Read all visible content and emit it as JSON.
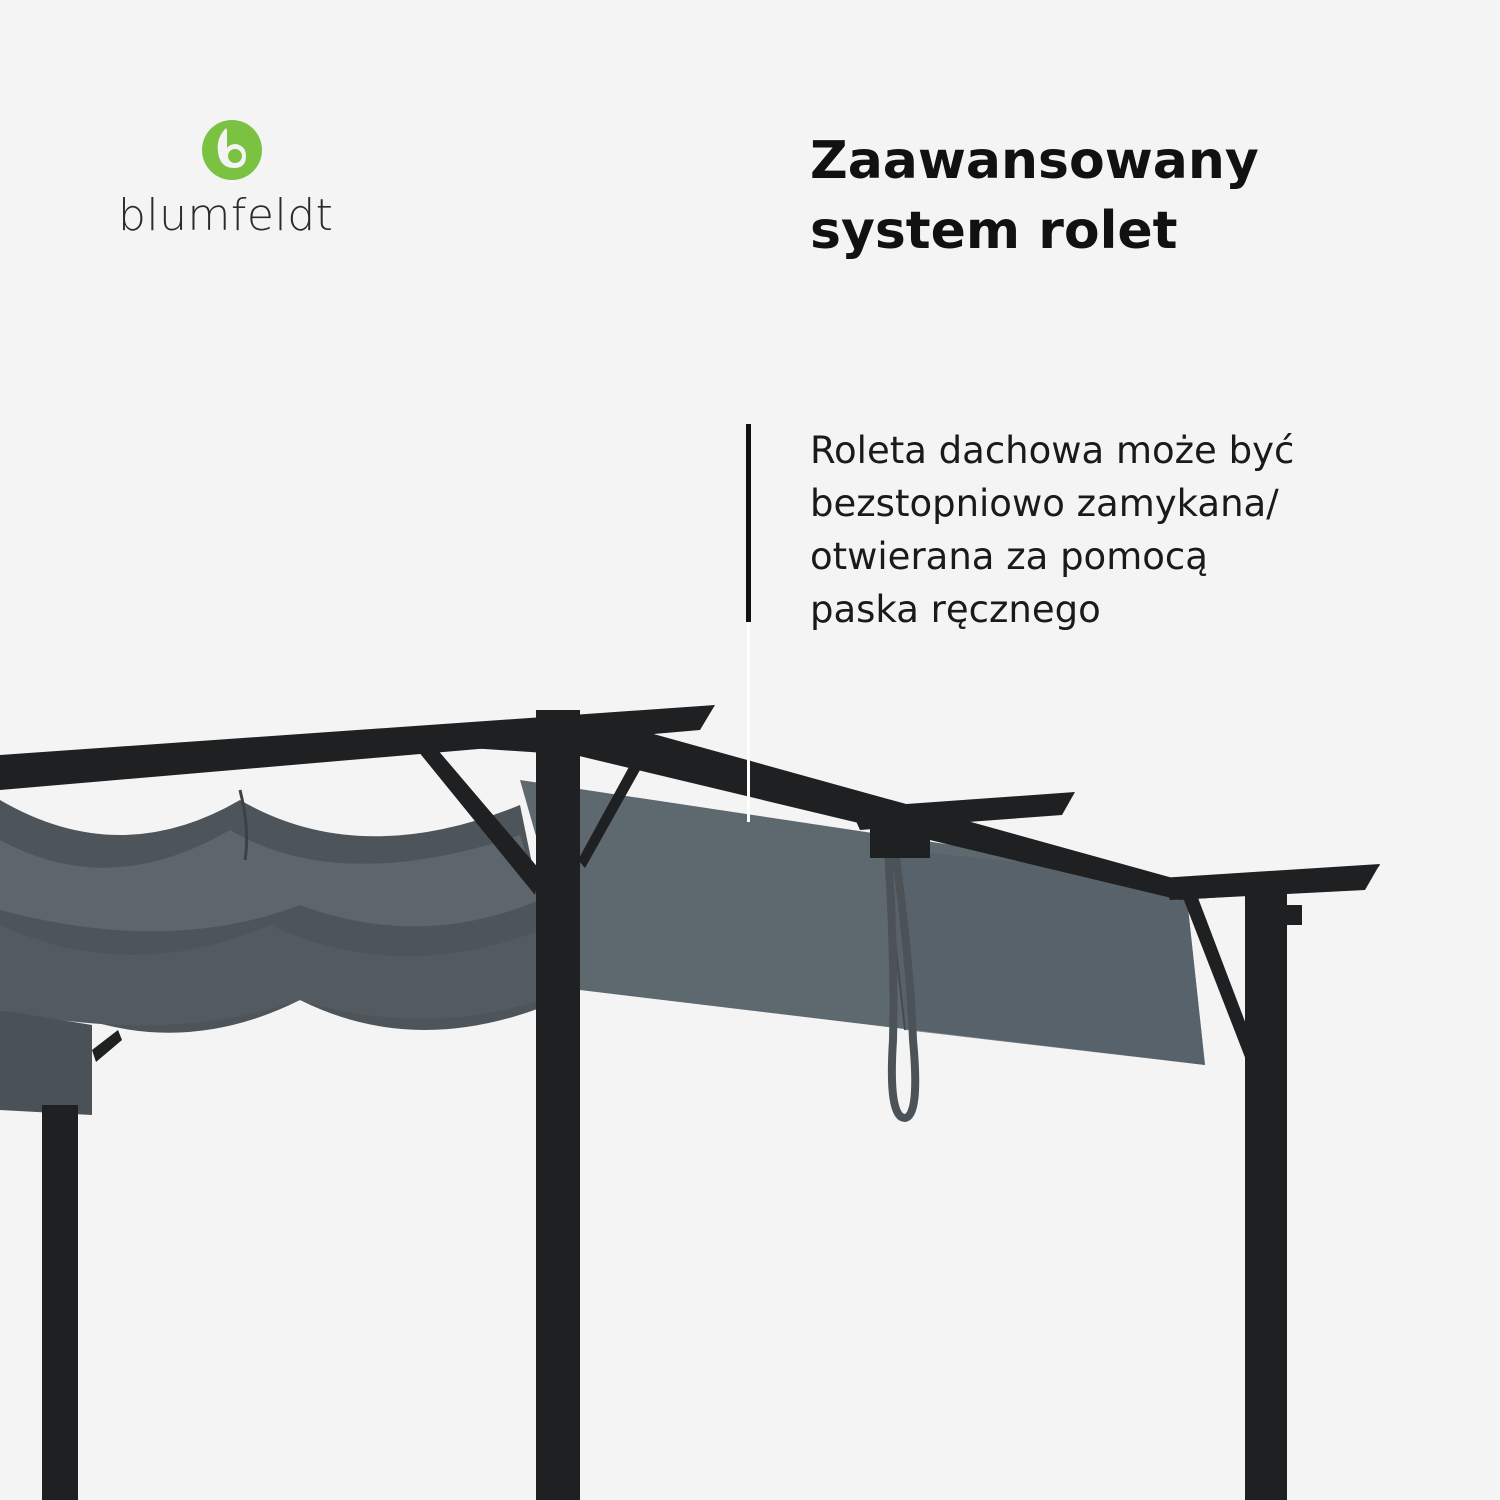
{
  "brand": {
    "name": "blumfeldt",
    "logo_icon": "leaf-b-logo-icon",
    "accent_color": "#7cc242"
  },
  "headline": {
    "lines": [
      "Zaawansowany",
      "system rolet"
    ]
  },
  "description": {
    "lines": [
      "Roleta dachowa może być",
      "bezstopniowo zamykana/",
      "otwierana za pomocą",
      "paska ręcznego"
    ]
  },
  "illustration": {
    "subject": "pergola-retractable-roof-icon",
    "frame_color": "#1f2021",
    "fabric_color": "#586168"
  }
}
